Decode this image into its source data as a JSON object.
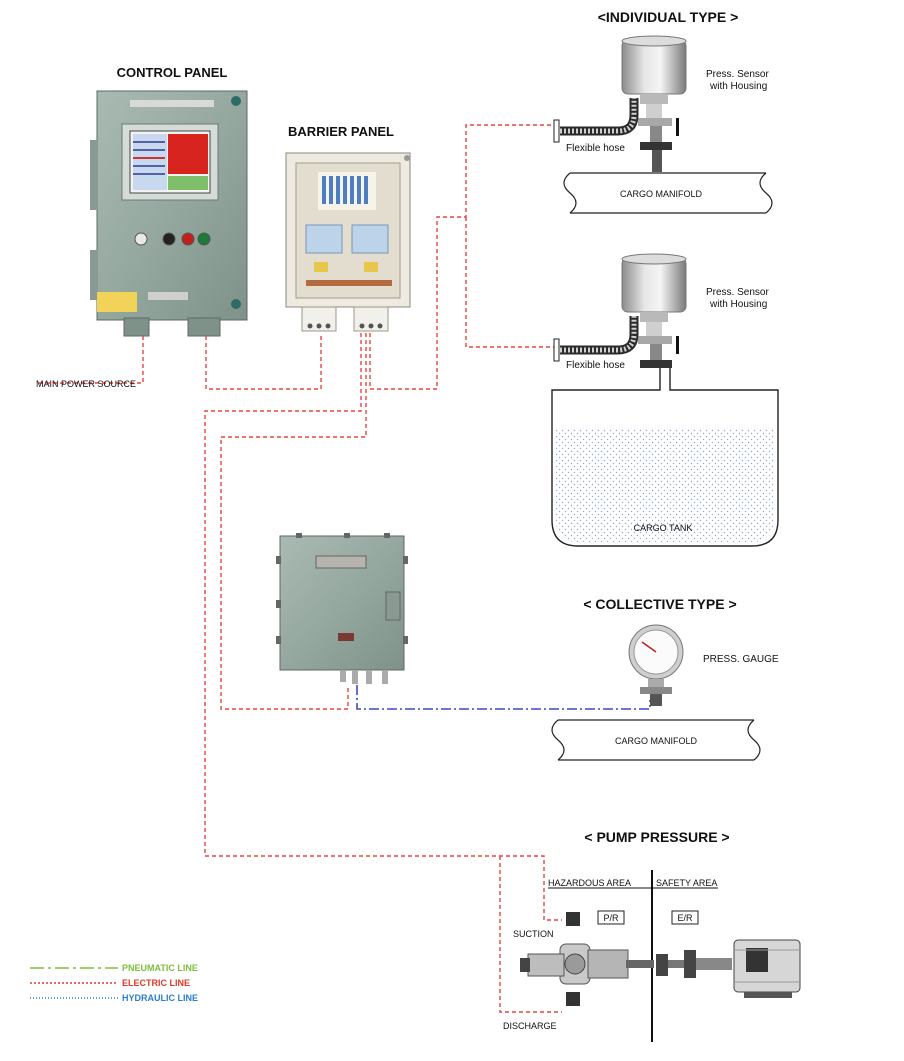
{
  "titles": {
    "individual": "<INDIVIDUAL TYPE >",
    "collective": "< COLLECTIVE TYPE >",
    "pump": "< PUMP PRESSURE >"
  },
  "panels": {
    "control": "CONTROL PANEL",
    "barrier": "BARRIER PANEL",
    "main_power": "MAIN POWER SOURCE"
  },
  "sensor1": {
    "label_line1": "Press. Sensor",
    "label_line2": "with Housing",
    "hose": "Flexible hose",
    "manifold": "CARGO MANIFOLD"
  },
  "sensor2": {
    "label_line1": "Press. Sensor",
    "label_line2": "with Housing",
    "hose": "Flexible hose",
    "tank": "CARGO TANK"
  },
  "collective": {
    "gauge": "PRESS. GAUGE",
    "manifold": "CARGO MANIFOLD"
  },
  "pump": {
    "hazardous": "HAZARDOUS AREA",
    "safety": "SAFETY AREA",
    "pr": "P/R",
    "er": "E/R",
    "suction": "SUCTION",
    "discharge": "DISCHARGE"
  },
  "legend": {
    "pneumatic": "PNEUMATIC LINE",
    "electric": "ELECTRIC LINE",
    "hydraulic": "HYDRAULIC LINE",
    "colors": {
      "pneumatic": "#7bbf3a",
      "electric": "#e03a2a",
      "hydraulic": "#2a7fd0"
    }
  }
}
